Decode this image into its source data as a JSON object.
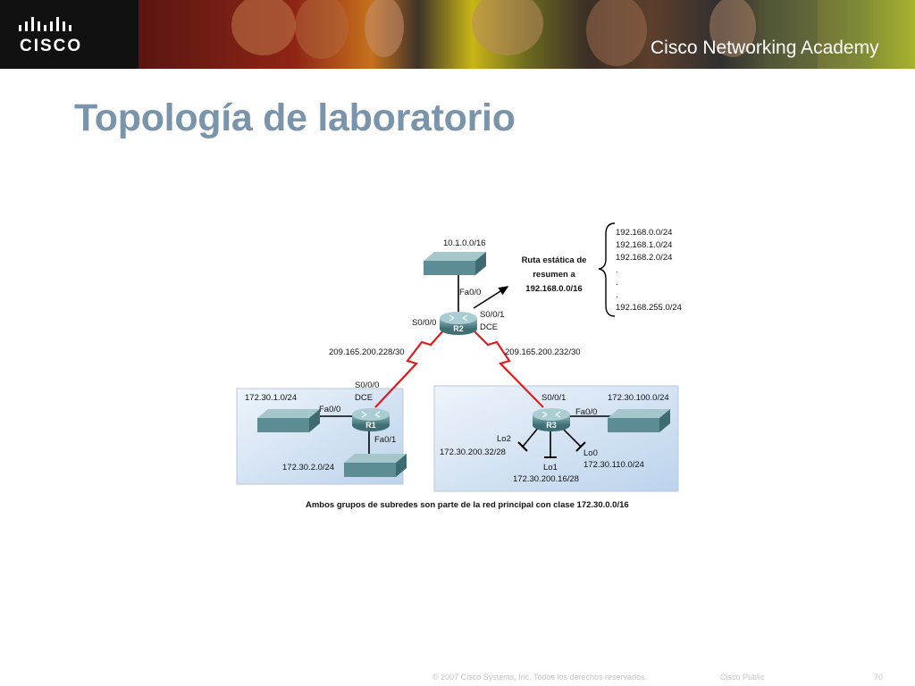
{
  "header": {
    "brand_logo_text": "CISCO",
    "academy_name": "Cisco Networking Academy"
  },
  "slide": {
    "title": "Topología de laboratorio"
  },
  "diagram": {
    "networks": {
      "r2_lan": "10.1.0.0/16",
      "r1_lan1": "172.30.1.0/24",
      "r1_lan2": "172.30.2.0/24",
      "r3_lan": "172.30.100.0/24",
      "r3_lo2": "172.30.200.32/28",
      "r3_lo1": "172.30.200.16/28",
      "r3_lo0": "172.30.110.0/24",
      "wan_r1_r2": "209.165.200.228/30",
      "wan_r2_r3": "209.165.200.232/30"
    },
    "routers": {
      "r1": "R1",
      "r2": "R2",
      "r3": "R3"
    },
    "interfaces": {
      "r2_fa00": "Fa0/0",
      "r2_s000": "S0/0/0",
      "r2_s001": "S0/0/1",
      "r2_dce": "DCE",
      "r1_s000": "S0/0/0",
      "r1_dce": "DCE",
      "r1_fa00": "Fa0/0",
      "r1_fa01": "Fa0/1",
      "r3_s001": "S0/0/1",
      "r3_fa00": "Fa0/0",
      "r3_lo2": "Lo2",
      "r3_lo1": "Lo1",
      "r3_lo0": "Lo0"
    },
    "summary_label": {
      "line1": "Ruta estática de",
      "line2": "resumen a",
      "line3": "192.168.0.0/16"
    },
    "summary_list": [
      "192.168.0.0/24",
      "192.168.1.0/24",
      "192.168.2.0/24",
      ".",
      ".",
      ".",
      "192.168.255.0/24"
    ],
    "caption": "Ambos grupos de subredes son parte de la red principal con clase 172.30.0.0/16"
  },
  "footer": {
    "copyright": "© 2007 Cisco Systems, Inc. Todos los derechos reservados.",
    "classification": "Cisco Public",
    "page_number": "70"
  },
  "colors": {
    "title": "#7a94ac",
    "serial_link": "#e11b1b",
    "area_fill": "#d3e4f6",
    "device": "#5d8d94"
  }
}
